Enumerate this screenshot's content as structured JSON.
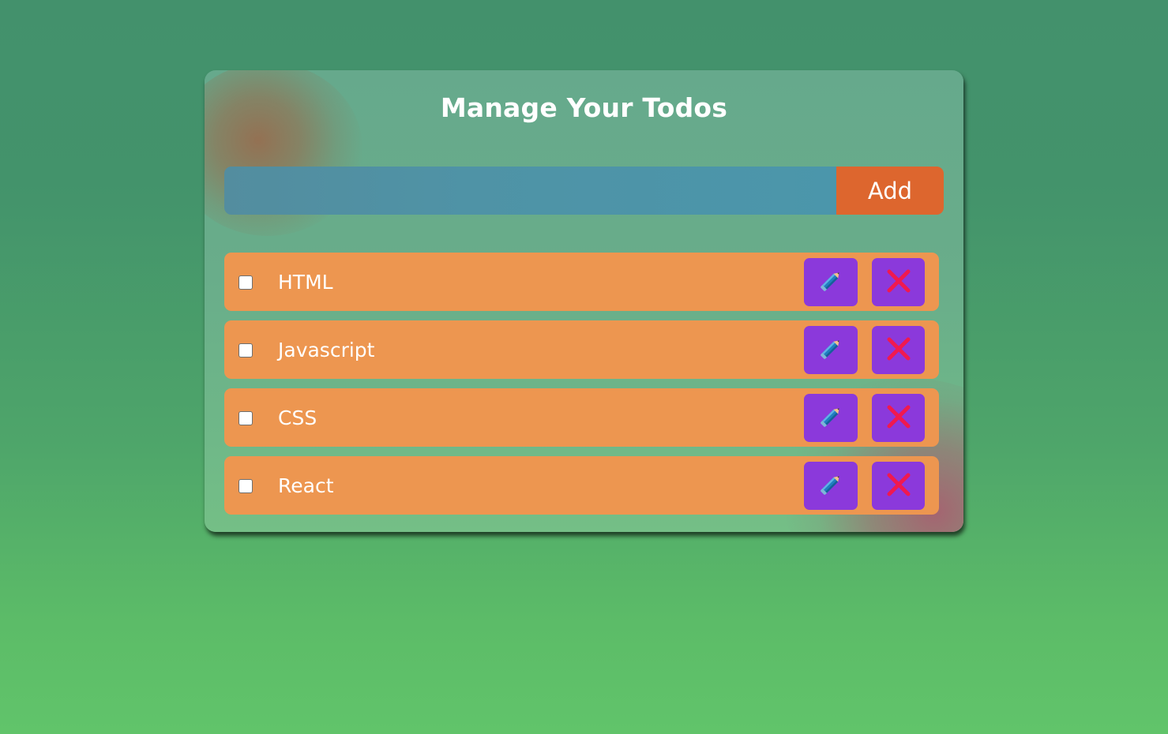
{
  "title": "Manage Your Todos",
  "add_form": {
    "input_value": "",
    "input_placeholder": "",
    "add_label": "Add"
  },
  "todos": [
    {
      "text": "HTML",
      "checked": false
    },
    {
      "text": "Javascript",
      "checked": false
    },
    {
      "text": "CSS",
      "checked": false
    },
    {
      "text": "React",
      "checked": false
    }
  ],
  "icons": {
    "edit": "pencil-icon",
    "delete": "cross-mark-icon"
  },
  "colors": {
    "background_top": "#43916c",
    "background_bottom": "#61c46a",
    "card": "#69ad8a",
    "input": "#4f93a6",
    "add_button": "#dd662e",
    "todo_item": "#ed9650",
    "action_button": "#8b39db",
    "delete_cross": "#f0194f",
    "text": "#ffffff"
  }
}
